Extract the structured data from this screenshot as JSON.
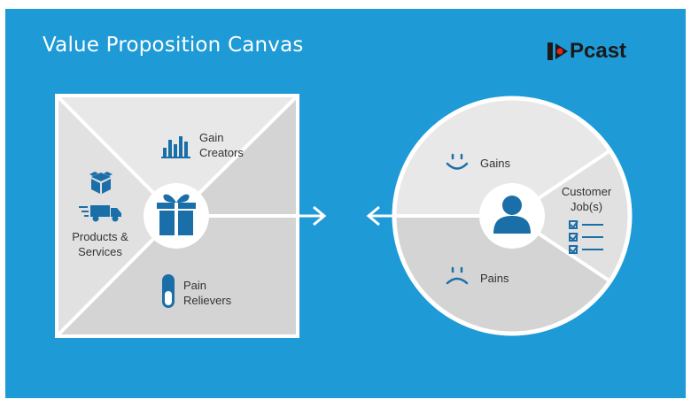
{
  "title": "Value Proposition Canvas",
  "logo": {
    "text": "Pcast"
  },
  "colors": {
    "background": "#1e9ad6",
    "icon": "#1b6fa8",
    "panel_light": "#e8e8e8",
    "panel_dark": "#d4d4d4",
    "line": "#ffffff"
  },
  "value_map": {
    "gain_creators": {
      "line1": "Gain",
      "line2": "Creators",
      "icon": "bar-chart-icon"
    },
    "products_services": {
      "line1": "Products &",
      "line2": "Services",
      "icon": "box-truck-icon"
    },
    "pain_relievers": {
      "line1": "Pain",
      "line2": "Relievers",
      "icon": "pill-icon"
    },
    "center_icon": "gift-icon"
  },
  "customer_profile": {
    "gains": {
      "label": "Gains",
      "icon": "smile-icon"
    },
    "pains": {
      "label": "Pains",
      "icon": "frown-icon"
    },
    "customer_jobs": {
      "line1": "Customer",
      "line2": "Job(s)",
      "icon": "checklist-icon"
    },
    "center_icon": "user-icon"
  }
}
